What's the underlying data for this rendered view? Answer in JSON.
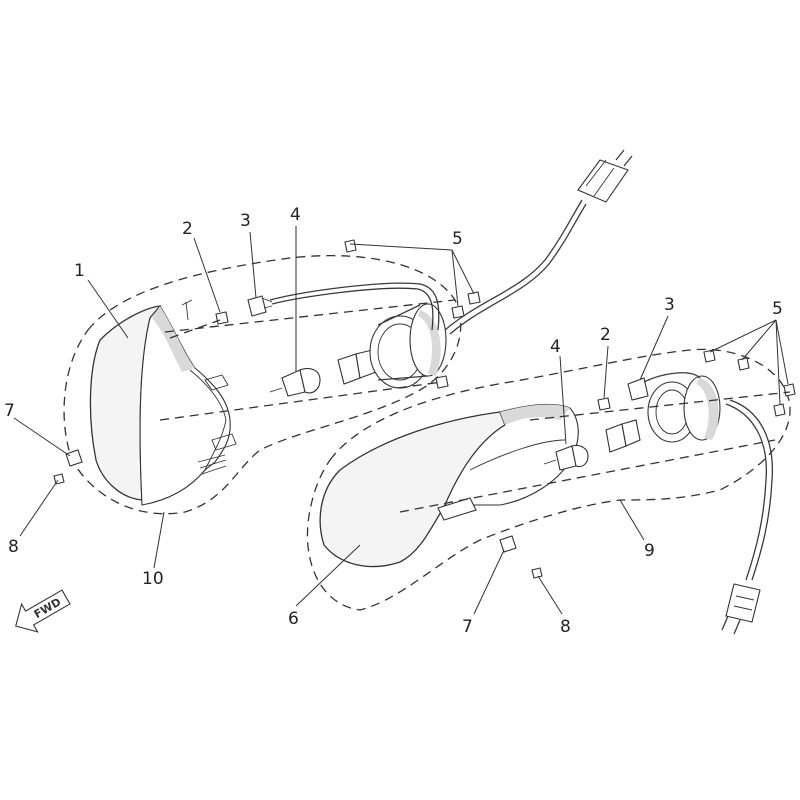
{
  "callouts": {
    "left": {
      "n1": "1",
      "n2": "2",
      "n3": "3",
      "n4": "4",
      "n5": "5",
      "n7": "7",
      "n8": "8",
      "n10": "10"
    },
    "right": {
      "n2": "2",
      "n3": "3",
      "n4": "4",
      "n5": "5",
      "n6": "6",
      "n7": "7",
      "n8": "8",
      "n9": "9"
    }
  },
  "forward_arrow": {
    "label": "FWD"
  }
}
